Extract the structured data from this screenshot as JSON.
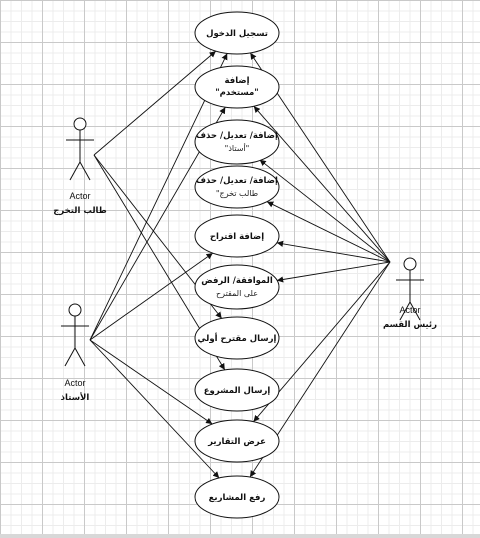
{
  "actors": [
    {
      "id": "student",
      "type": "Actor",
      "name": "طالب التخرج"
    },
    {
      "id": "teacher",
      "type": "Actor",
      "name": "الأستاذ"
    },
    {
      "id": "head",
      "type": "Actor",
      "name": "رئيس القسم"
    }
  ],
  "use_cases": [
    {
      "id": "login",
      "lines": [
        "تسجيل الدخول"
      ]
    },
    {
      "id": "add_user",
      "lines": [
        "إضافة",
        "\"مستخدم\""
      ]
    },
    {
      "id": "edit_teacher",
      "lines": [
        "إضافة/ تعديل/ حذف",
        "\"أستاذ\""
      ]
    },
    {
      "id": "edit_student",
      "lines": [
        "إضافة/ تعديل/ حذف",
        "طالب تخرج\""
      ]
    },
    {
      "id": "add_proposal",
      "lines": [
        "إضافة اقتراح"
      ]
    },
    {
      "id": "approve",
      "lines": [
        "الموافقة/ الرفض",
        "على المقترح"
      ]
    },
    {
      "id": "send_initial",
      "lines": [
        "إرسال مقترح أولي"
      ]
    },
    {
      "id": "send_project",
      "lines": [
        "إرسال المشروع"
      ]
    },
    {
      "id": "view_reports",
      "lines": [
        "عرض التقارير"
      ]
    },
    {
      "id": "upload",
      "lines": [
        "رفع المشاريع"
      ]
    }
  ]
}
